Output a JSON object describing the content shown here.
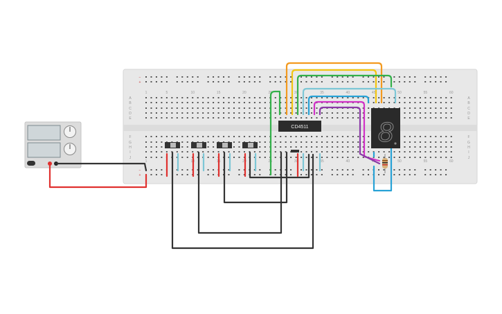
{
  "chip": {
    "label": "CD4511"
  },
  "breadboard": {
    "row_letters_top": [
      "A",
      "B",
      "C",
      "D",
      "E"
    ],
    "row_letters_bottom": [
      "F",
      "G",
      "H",
      "I",
      "J"
    ],
    "column_numbers": [
      "1",
      "5",
      "10",
      "15",
      "20",
      "25",
      "30",
      "35",
      "40",
      "45",
      "50",
      "55",
      "60"
    ],
    "rail_plus": "+",
    "rail_minus": "−"
  },
  "seven_segment": {
    "digit": "8"
  },
  "colors": {
    "board": "#e6e6e6",
    "wire_red": "#e0312f",
    "wire_black": "#333333",
    "wire_green": "#33b04a",
    "wire_orange": "#f39a1f",
    "wire_yellow": "#f2c511",
    "wire_cyan": "#27a2d6",
    "wire_blue": "#1f7fc4",
    "wire_purple": "#8b3aa8",
    "wire_magenta": "#d131c7",
    "chip": "#2c2c2c",
    "display": "#2a2a2a"
  }
}
